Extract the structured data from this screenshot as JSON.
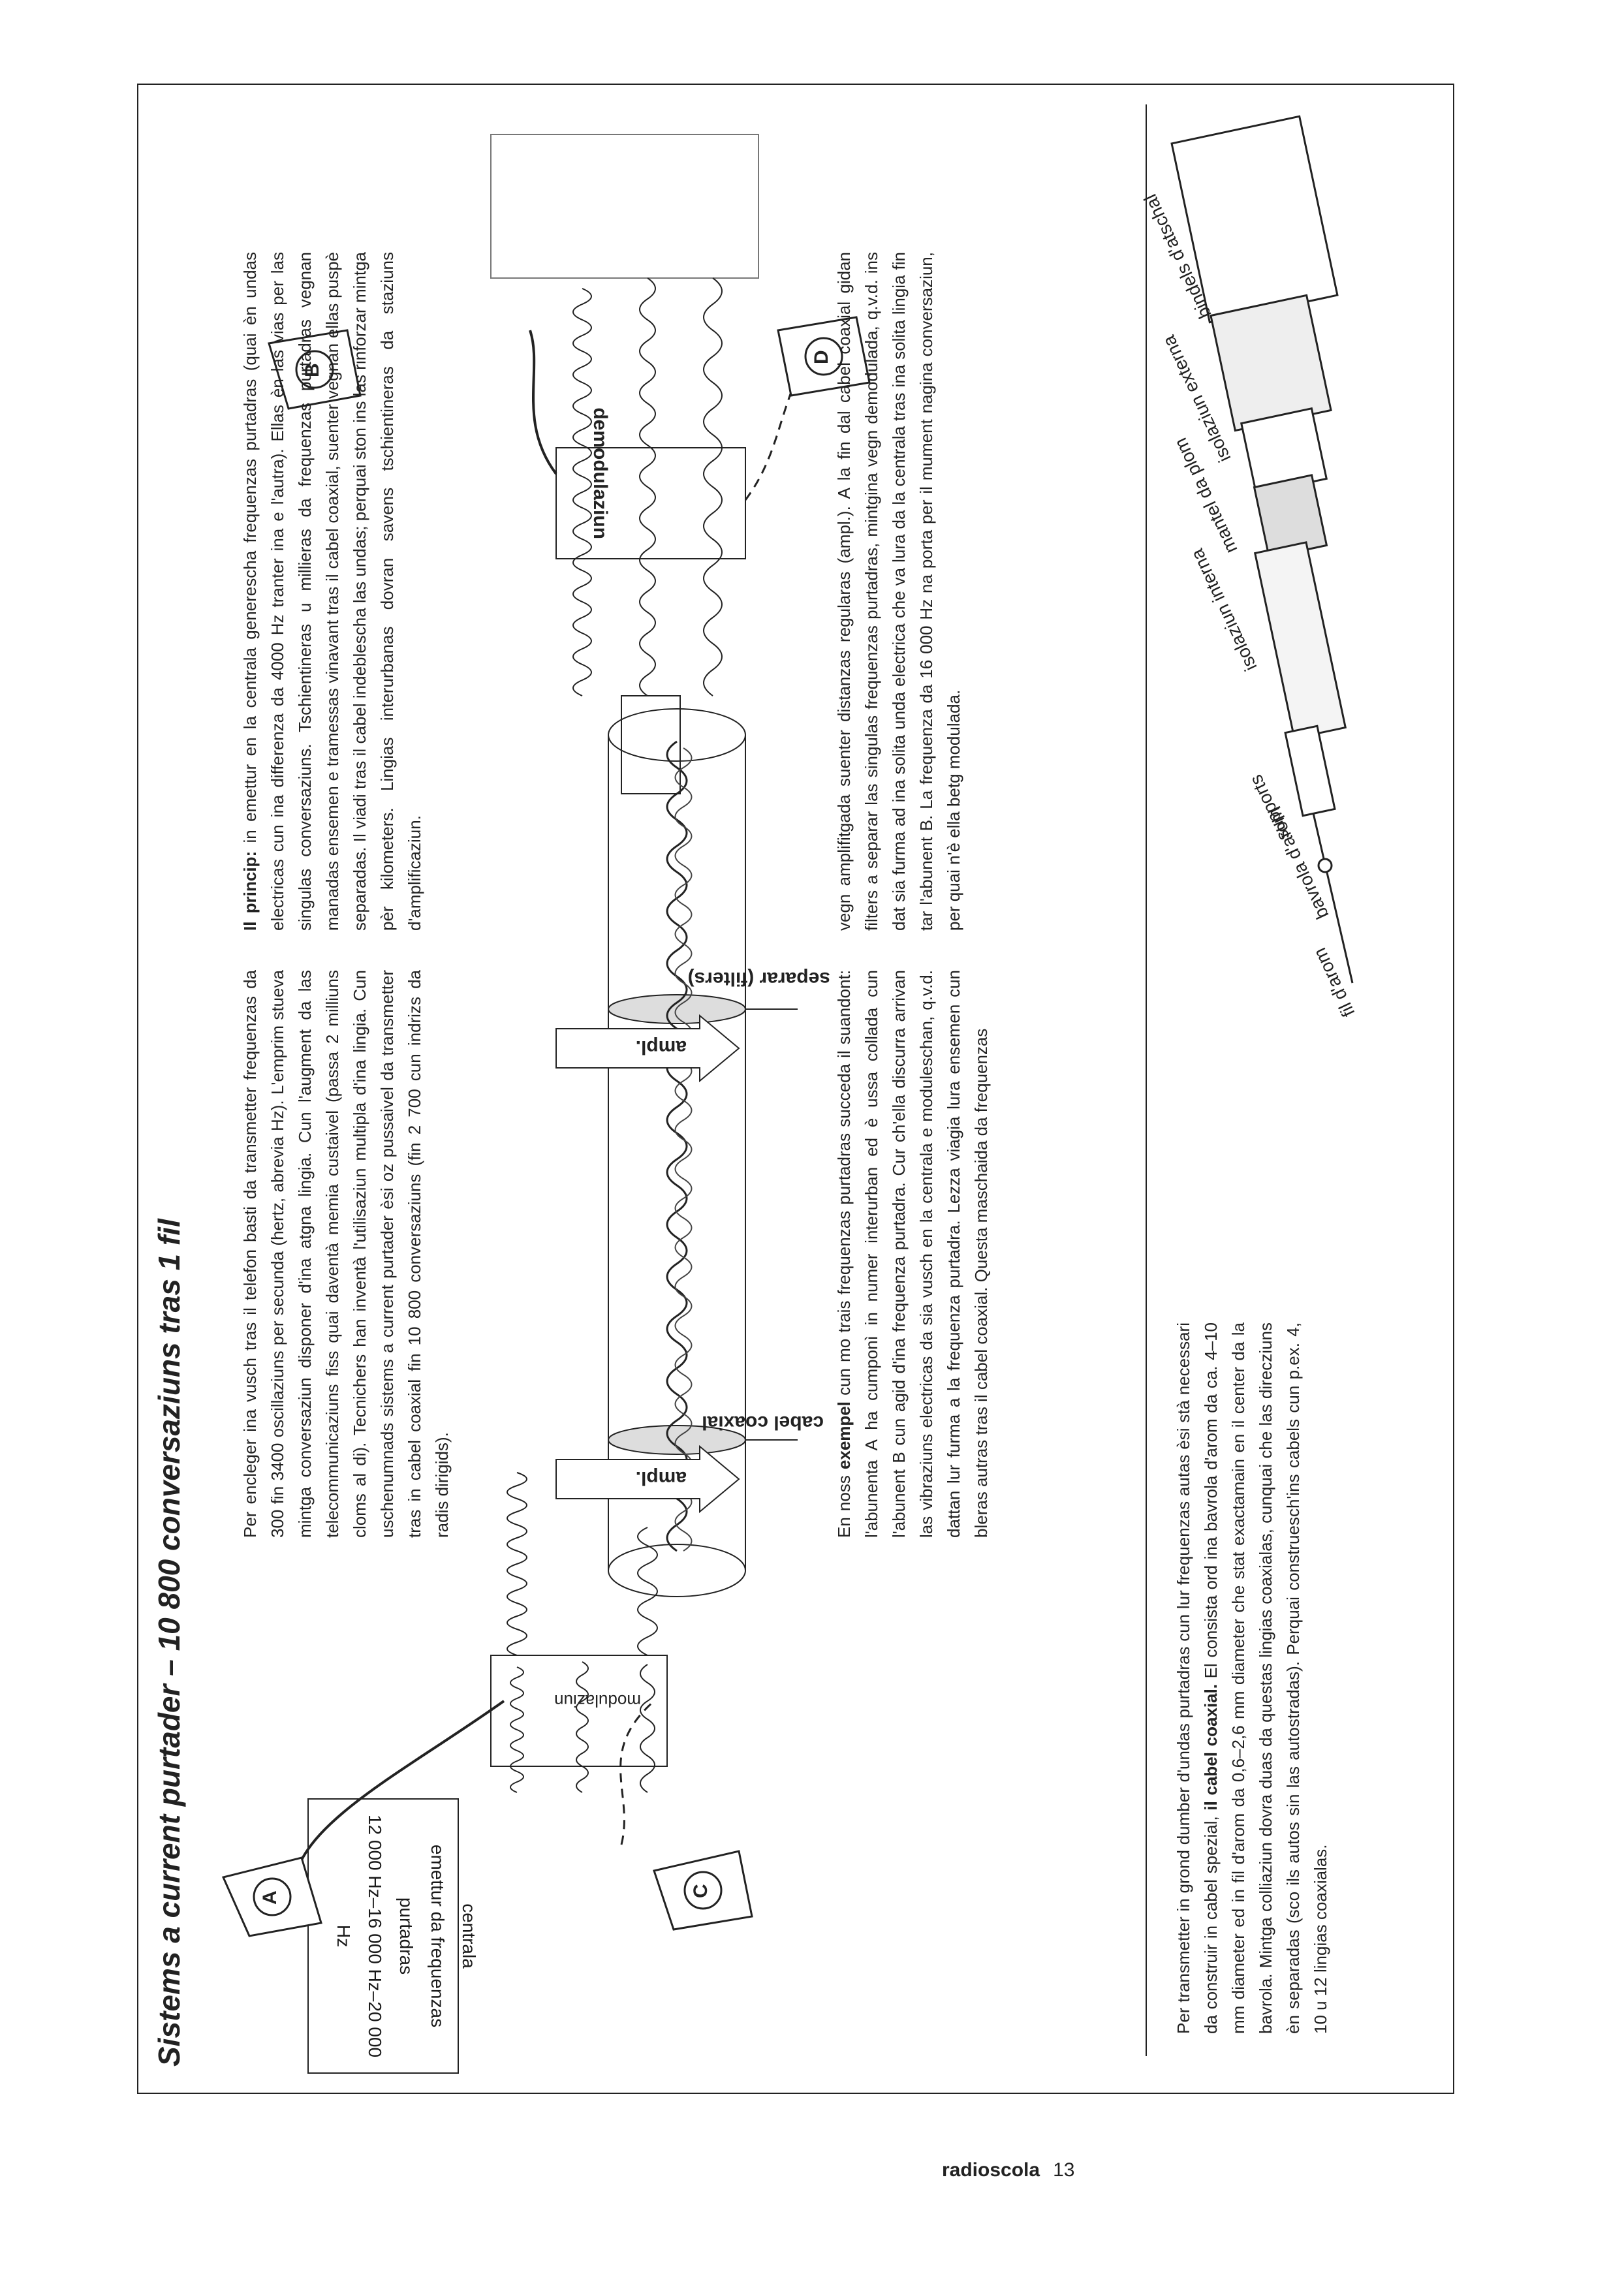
{
  "page": {
    "title": "Sistems a current purtader – 10 800 conversaziuns tras 1 fil",
    "footer_brand": "radioscola",
    "footer_page": "13"
  },
  "diagram": {
    "central_box": {
      "line1": "centrala",
      "line2": "emettur da frequenzas purtadras",
      "line3": "12 000 Hz–16 000 Hz–20 000 Hz"
    },
    "modulation_label": "modulaziun",
    "demodulation_label": "demodulaziun",
    "amplifier_label_1": "ampl.",
    "amplifier_label_2": "ampl.",
    "coax_label": "cabel coaxial",
    "filter_label": "separar (filters)",
    "phone_a": "A",
    "phone_b": "B",
    "phone_c": "C",
    "phone_d": "D"
  },
  "text": {
    "intro": "Per encleger ina vusch tras il telefon basti da transmetter frequenzas da 300 fin 3400 oscillaziuns per secunda (hertz, abrevia Hz). L'emprim stueva mintga conversaziun disponer d'ina atgna lingia. Cun l'augment da las telecommunicaziuns fiss quai daventà memia custaivel (passa 2 milliuns cloms al di). Tecnichers han inventà l'utilisaziun multipla d'ina lingia. Cun uschenumnads sistems a current purtader èsi oz pussaivel da transmetter tras in cabel coaxial fin 10 800 conversaziuns (fin 2 700 cun indrizs da radis dirigids).",
    "principle_heading": "Il princip:",
    "principle_body": " in emettur en la centrala generescha frequenzas purtadras (quai èn undas electricas cun ina differenza da 4000 Hz tranter ina e l'autra). Ellas èn las vias per las singulas conversaziuns. Tschientineras u millieras da frequenzas purtadras vegnan manadas ensemen e tramessas vinavant tras il cabel coaxial, suenter vegnan ellas puspè separadas. Il viadi tras il cabel indeblescha las undas; perquai ston ins las rinforzar mintga pèr kilometers. Lingias interurbanas dovran savens tschientineras da staziuns d'amplificaziun.",
    "example_intro": "En noss ",
    "example_heading": "exempel",
    "example_body": " cun mo trais frequenzas purtadras succeda il suandont: l'abunenta A ha cumponì in numer interurban ed è ussa collada cun l'abunent B cun agid d'ina frequenza purtadra. Cur ch'ella discurra arrivan las vibraziuns electricas da sia vusch en la centrala e moduleschan, q.v.d. dattan lur furma a la frequenza purtadra. Lezza viagia lura ensemen cun bleras autras tras il cabel coaxial. Questa maschaida da frequenzas",
    "example_cont": "vegn amplifitgada suenter distanzas regularas (ampl.). A la fin dal cabel coaxial gidan filters a separar las singulas frequenzas purtadras, mintgina vegn demodulada, q.v.d. ins dat sia furma ad ina solita unda electrica che va lura da la centrala tras ina solita lingia fin tar l'abunent B. La frequenza da 16 000 Hz na porta per il mument nagina conversaziun, per quai n'è ella betg modulada.",
    "coax_intro": "Per transmetter in grond dumber d'undas purtadras cun lur frequenzas autas èsi stà necessari da construir in cabel spezial, ",
    "coax_heading": "il cabel coaxial.",
    "coax_body": " El consista ord ina bavrola d'arom da ca. 4–10 mm diameter ed in fil d'arom da 0,6–2,6 mm diameter che stat exactamain en il center da la bavrola. Mintga colliaziun dovra duas da questas lingias coaxialas, cunquai che las direcziuns èn separadas (sco ils autos sin las autostradas). Perquai construesch'ins cabels cun p.ex. 4, 10 u 12 lingias coaxialas."
  },
  "cable": {
    "label_1": "bindels d'atschal",
    "label_2": "isolaziun externa",
    "label_3": "mantel da plom",
    "label_4": "isolaziun interna",
    "label_5": "supports",
    "label_6": "bavrola d'arom",
    "label_7": "fil d'arom"
  }
}
